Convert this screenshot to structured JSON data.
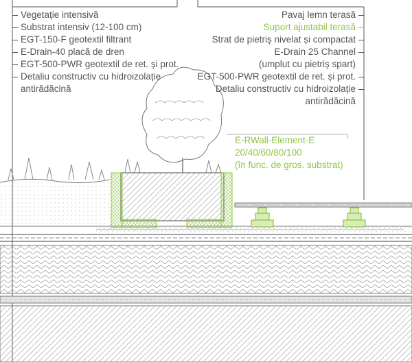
{
  "left_labels": [
    "Vegetație intensivă",
    "Substrat intensiv (12-100 cm)",
    "EGT-150-F geotextil filtrant",
    "E-Drain-40 placă de dren",
    "EGT-500-PWR geotextil de ret. și prot.",
    "Detaliu constructiv cu hidroizolație",
    "antirădăcină"
  ],
  "right_labels": [
    "Pavaj lemn terasă",
    "Suport ajustabil terasă",
    "Strat de pietriș nivelat și compactat",
    "E-Drain 25 Channel",
    "(umplut cu pietriș spart)",
    "EGT-500-PWR geotextil de ret. și prot.",
    "Detaliu constructiv cu hidroizolație",
    "antirădăcină"
  ],
  "wall_element": {
    "line1": "E-RWall-Element-E",
    "line2": "20/40/60/80/100",
    "line3": "(în func. de gros. substrat)"
  },
  "colors": {
    "accent_green": "#8dc63f",
    "line": "#555555",
    "hatch": "#777777"
  }
}
